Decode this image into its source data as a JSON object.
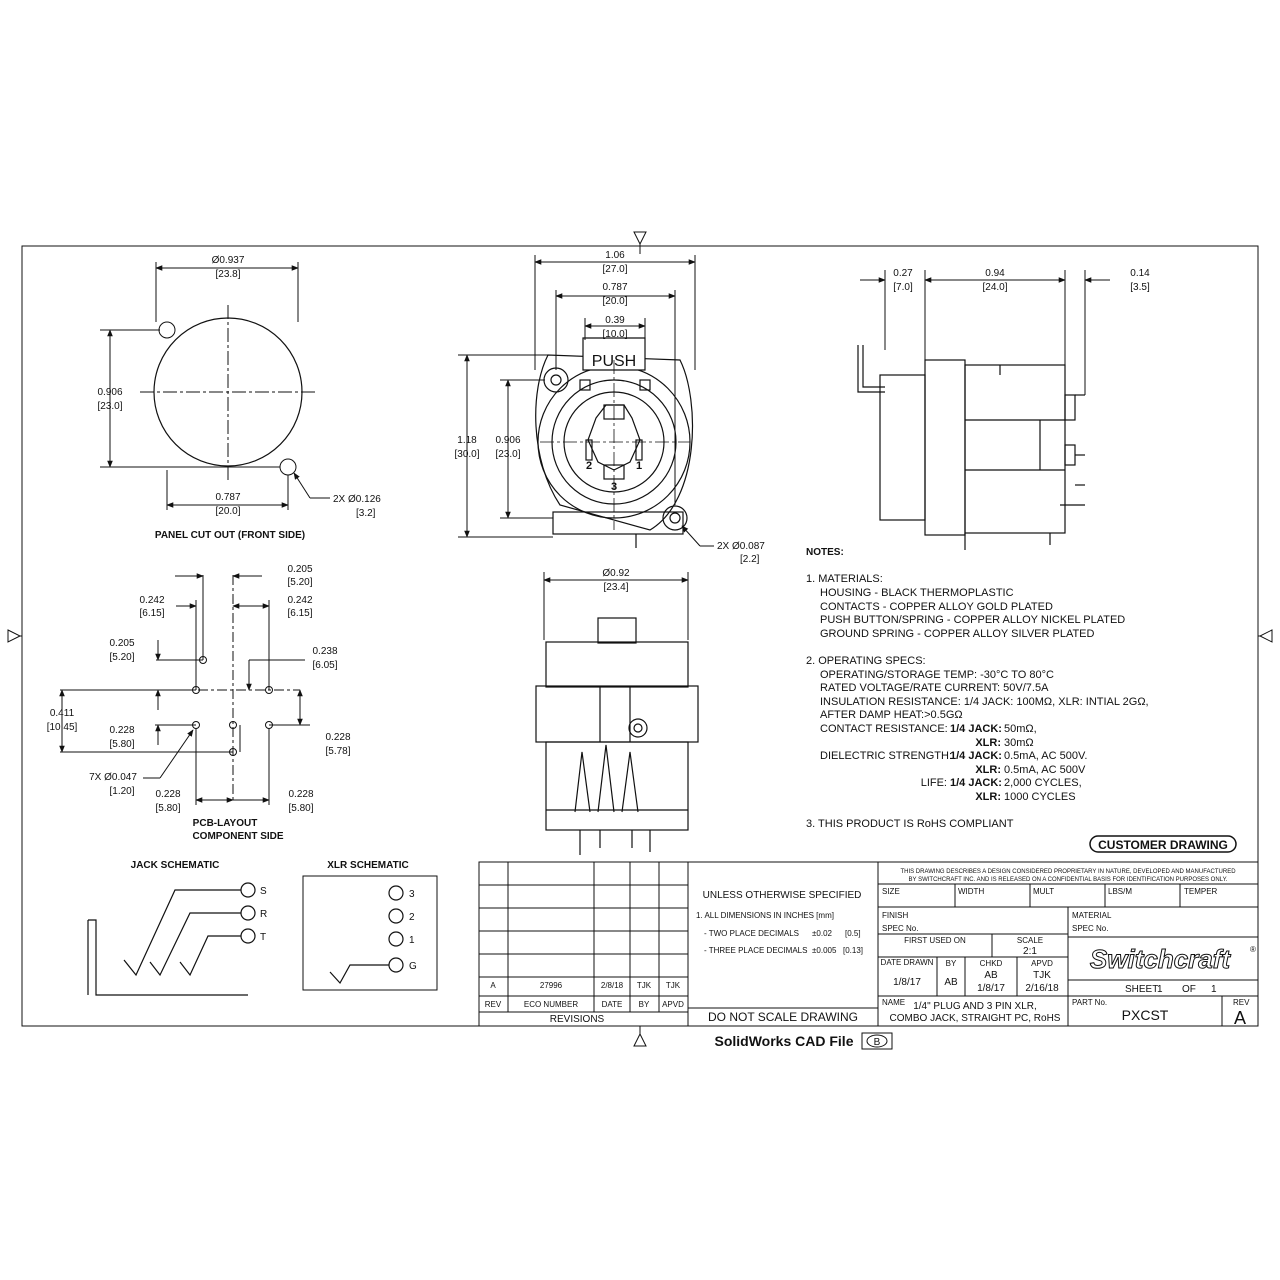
{
  "panel": {
    "dia_in": "Ø0.937",
    "dia_mm": "[23.8]",
    "h_in": "0.906",
    "h_mm": "[23.0]",
    "w_in": "0.787",
    "w_mm": "[20.0]",
    "hole_in": "2X Ø0.126",
    "hole_mm": "[3.2]",
    "label": "PANEL CUT OUT (FRONT SIDE)"
  },
  "front": {
    "w1_in": "1.06",
    "w1_mm": "[27.0]",
    "w2_in": "0.787",
    "w2_mm": "[20.0]",
    "w3_in": "0.39",
    "w3_mm": "[10.0]",
    "push": "PUSH",
    "h1_in": "1.18",
    "h1_mm": "[30.0]",
    "h2_in": "0.906",
    "h2_mm": "[23.0]",
    "pin1": "1",
    "pin2": "2",
    "pin3": "3",
    "hole_in": "2X Ø0.087",
    "hole_mm": "[2.2]"
  },
  "side": {
    "a_in": "0.27",
    "a_mm": "[7.0]",
    "b_in": "0.94",
    "b_mm": "[24.0]",
    "c_in": "0.14",
    "c_mm": "[3.5]"
  },
  "bottom": {
    "dia_in": "Ø0.92",
    "dia_mm": "[23.4]"
  },
  "pcb": {
    "d1_in": "0.205",
    "d1_mm": "[5.20]",
    "d2_in": "0.242",
    "d2_mm": "[6.15]",
    "d3_in": "0.242",
    "d3_mm": "[6.15]",
    "d4_in": "0.205",
    "d4_mm": "[5.20]",
    "d5_in": "0.238",
    "d5_mm": "[6.05]",
    "d6_in": "0.411",
    "d6_mm": "[10.45]",
    "d7_in": "0.228",
    "d7_mm": "[5.80]",
    "d8_in": "0.228",
    "d8_mm": "[5.78]",
    "d9_in": "7X Ø0.047",
    "d9_mm": "[1.20]",
    "d10_in": "0.228",
    "d10_mm": "[5.80]",
    "d11_in": "0.228",
    "d11_mm": "[5.80]",
    "label1": "PCB-LAYOUT",
    "label2": "COMPONENT SIDE"
  },
  "notes": {
    "title": "NOTES:",
    "lines": [
      "1.  MATERIALS:",
      "HOUSING - BLACK THERMOPLASTIC",
      "CONTACTS - COPPER ALLOY GOLD PLATED",
      "PUSH BUTTON/SPRING - COPPER ALLOY NICKEL PLATED",
      "GROUND SPRING - COPPER ALLOY SILVER PLATED",
      "2.  OPERATING SPECS:",
      "OPERATING/STORAGE TEMP:  -30°C  TO 80°C",
      "RATED VOLTAGE/RATE CURRENT: 50V/7.5A",
      "INSULATION RESISTANCE: 1/4 JACK: 100MΩ, XLR: INTIAL 2GΩ,",
      "AFTER DAMP HEAT:>0.5GΩ",
      "CONTACT RESISTANCE:",
      "1/4 JACK:",
      "50mΩ,",
      "XLR:",
      "30mΩ",
      "DIELECTRIC STRENGTH:",
      "1/4 JACK:",
      "0.5mA, AC 500V.",
      "XLR:",
      "0.5mA, AC 500V",
      "LIFE:",
      "1/4 JACK:",
      "2,000 CYCLES,",
      "XLR:",
      "1000 CYCLES",
      "3.  THIS PRODUCT IS RoHS COMPLIANT"
    ]
  },
  "customer_drawing": "CUSTOMER DRAWING",
  "jack": {
    "title": "JACK SCHEMATIC",
    "s": "S",
    "r": "R",
    "t": "T"
  },
  "xlr": {
    "title": "XLR SCHEMATIC",
    "p3": "3",
    "p2": "2",
    "p1": "1",
    "g": "G"
  },
  "revisions": {
    "row": [
      "A",
      "27996",
      "2/8/18",
      "TJK",
      "TJK"
    ],
    "headers": [
      "REV",
      "ECO NUMBER",
      "DATE",
      "BY",
      "APVD"
    ],
    "label": "REVISIONS"
  },
  "tolerances": {
    "title": "UNLESS OTHERWISE SPECIFIED",
    "l1": "1. ALL DIMENSIONS IN INCHES  [mm]",
    "l2a": "- TWO PLACE DECIMALS",
    "l2b": "±0.02",
    "l2c": "[0.5]",
    "l3a": "- THREE PLACE DECIMALS",
    "l3b": "±0.005",
    "l3c": "[0.13]",
    "do_not_scale": "DO NOT SCALE DRAWING"
  },
  "titleblock": {
    "disclaimer1": "THIS DRAWING DESCRIBES A DESIGN CONSIDERED PROPRIETARY IN NATURE, DEVELOPED AND MANUFACTURED",
    "disclaimer2": "BY SWITCHCRAFT INC. AND IS RELEASED ON A CONFIDENTIAL BASIS FOR IDENTIFICATION PURPOSES ONLY.",
    "size": "SIZE",
    "width": "WIDTH",
    "mult": "MULT",
    "lbs": "LBS/M",
    "temper": "TEMPER",
    "finish": "FINISH",
    "spec1": "SPEC No.",
    "material": "MATERIAL",
    "spec2": "SPEC No.",
    "first_used": "FIRST USED ON",
    "scale": "SCALE",
    "scale_val": "2:1",
    "date_drawn": "DATE DRAWN",
    "date_drawn_val": "1/8/17",
    "by": "BY",
    "by_val": "AB",
    "chkd": "CHKD",
    "chkd_val": "AB",
    "chkd_date": "1/8/17",
    "apvd": "APVD",
    "apvd_val": "TJK",
    "apvd_date": "2/16/18",
    "sheet": "SHEET",
    "sheet_num": "1",
    "of": "OF",
    "sheet_total": "1",
    "logo": "Switchcraft",
    "name": "NAME",
    "name_l1": "1/4\" PLUG AND 3 PIN XLR,",
    "name_l2": "COMBO JACK, STRAIGHT PC, RoHS",
    "part_no": "PART No.",
    "part_val": "PXCST",
    "rev": "REV",
    "rev_val": "A"
  },
  "footer": {
    "cad": "SolidWorks CAD File",
    "badge": "B"
  }
}
